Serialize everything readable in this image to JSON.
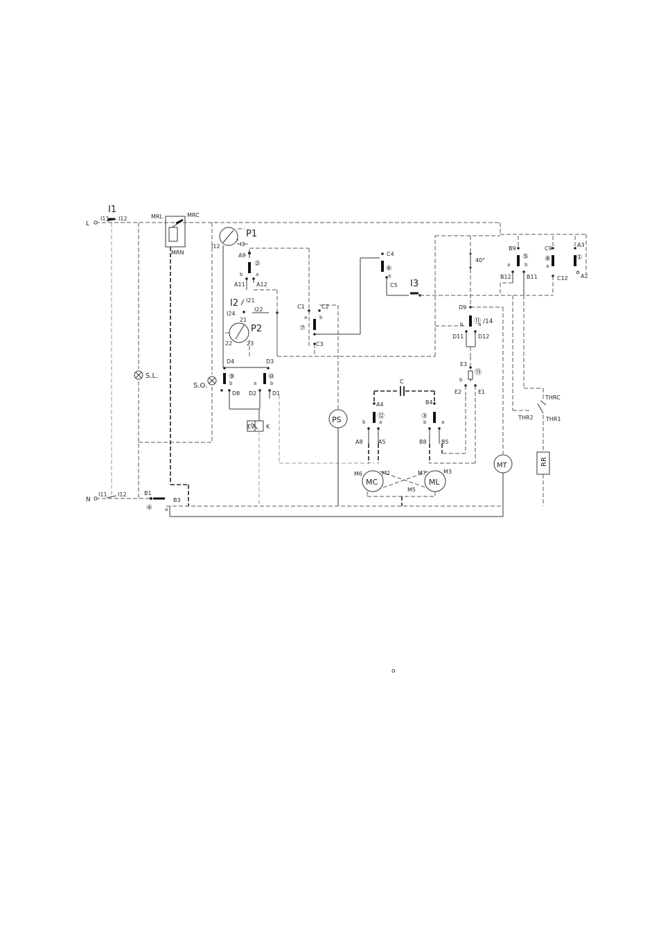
{
  "lines": {
    "L": "L",
    "N": "N"
  },
  "switches": {
    "I1": "I1",
    "I2": "I2",
    "I3": "I3",
    "I11": "I11",
    "I12": "I12",
    "I21": "I21",
    "I22": "I22",
    "I23": "23",
    "I24": "I24",
    "I13": "I3",
    "n21": "21",
    "n22": "22"
  },
  "door_lock": {
    "mrl": "MRL",
    "mrc": "MRC",
    "mrn": "MRN"
  },
  "lamps": {
    "sl": "S.L.",
    "so": "S.O."
  },
  "pressostats": {
    "p1": "P1",
    "p2": "P2"
  },
  "components": {
    "ps": "PS",
    "mt": "MT",
    "mc": "MC",
    "ml": "ML",
    "rr": "RR",
    "ev": "EV",
    "ev_k": "K",
    "capacitor": "C",
    "temp": "40°",
    "thrc": "THRC",
    "thr1": "THR1",
    "thr2": "THR2"
  },
  "cams": {
    "c1": "①",
    "c2": "②",
    "c3": "③",
    "c4": "④",
    "c5": "⑤",
    "c6": "⑥",
    "c7": "⑦",
    "c8": "⑧",
    "c9": "⑨",
    "c10": "⑩",
    "c11": "⑪",
    "c12": "⑫",
    "c13": "⑬",
    "c14": "/14"
  },
  "terminals": {
    "A2": "A2",
    "A3": "A3",
    "A4": "A4",
    "A5": "A5",
    "A8": "A8",
    "A9": "A9",
    "A11": "A11",
    "A12": "A12",
    "B1": "B1",
    "B3": "B3",
    "B4": "B4",
    "B5": "B5",
    "B8": "B8",
    "B9": "B9",
    "B11": "B11",
    "B12": "B12",
    "C1": "C1",
    "C2": "C2",
    "C3": "C3",
    "C4": "C4",
    "C5": "C5",
    "C9": "C9",
    "C12": "C12",
    "D1": "D1",
    "D2": "D2",
    "D3": "D3",
    "D4": "D4",
    "D8": "D8",
    "D9": "D9",
    "D11": "D11",
    "D12": "D12",
    "E1": "E1",
    "E2": "E2",
    "E3": "E3",
    "M2": "M2",
    "M3": "M3",
    "M5": "M5",
    "M6": "M6",
    "M7": "M7"
  },
  "contacts": {
    "a": "a",
    "b": "b"
  },
  "stray": "o"
}
